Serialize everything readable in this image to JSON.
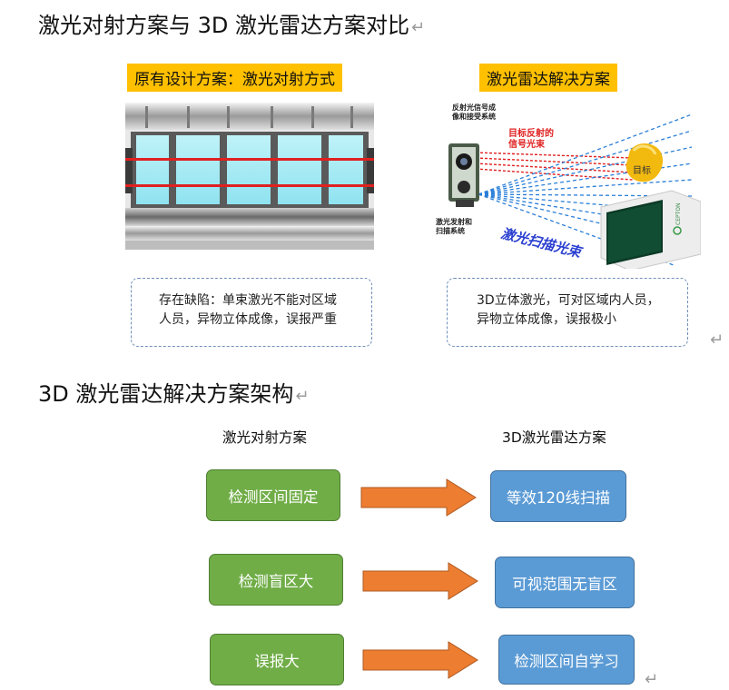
{
  "heading1": "激光对射方案与 3D 激光雷达方案对比",
  "heading2": "3D 激光雷达解决方案架构",
  "para_mark": "↵",
  "left_panel": {
    "badge": "原有设计方案：激光对射方式",
    "note_lines": [
      "存在缺陷：单束激光不能对区域",
      "人员，异物立体成像，误报严重"
    ]
  },
  "right_panel": {
    "badge": "激光雷达解决方案",
    "label_receiver": [
      "反射光信号成",
      "像和接受系统"
    ],
    "label_reflect": [
      "目标反射的",
      "信号光束"
    ],
    "label_emitter": [
      "激光发射和",
      "扫描系统"
    ],
    "label_target": "目标",
    "label_scan": "激光扫描光束",
    "label_brand": "CEPTON",
    "note_lines": [
      "3D立体激光，可对区域内人员，",
      "异物立体成像，误报极小"
    ]
  },
  "architecture": {
    "left_header": "激光对射方案",
    "right_header": "3D激光雷达方案",
    "rows": [
      {
        "left": "检测区间固定",
        "right": "等效120线扫描"
      },
      {
        "left": "检测盲区大",
        "right": "可视范围无盲区"
      },
      {
        "left": "误报大",
        "right": "检测区间自学习"
      }
    ]
  },
  "colors": {
    "badge": "#ffc000",
    "green_box": "#70ad47",
    "blue_box": "#5b9bd5",
    "arrow": "#ed7d31",
    "laser_red": "#e02020",
    "scan_blue": "#2a7fd8"
  }
}
